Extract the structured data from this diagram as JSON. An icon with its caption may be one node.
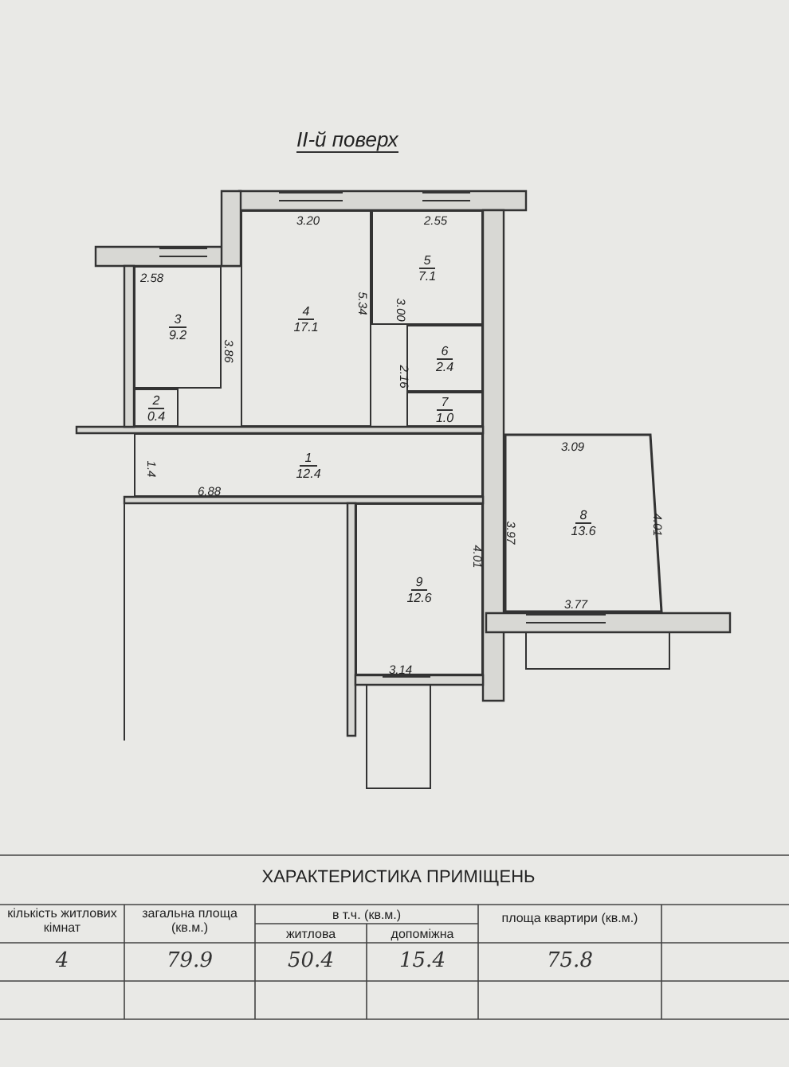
{
  "diagram": {
    "title": "ІІ-й поверх",
    "nodes": [
      {
        "text": [
          "1",
          "12.4"
        ]
      },
      {
        "text": [
          "2",
          "0.4"
        ]
      },
      {
        "text": [
          "3",
          "9.2"
        ]
      },
      {
        "text": [
          "4",
          "17.1"
        ]
      },
      {
        "text": [
          "5",
          "7.1"
        ]
      },
      {
        "text": [
          "6",
          "2.4"
        ]
      },
      {
        "text": [
          "7",
          "1.0"
        ]
      },
      {
        "text": [
          "8",
          "13.6"
        ]
      },
      {
        "text": [
          "9",
          "12.6"
        ]
      }
    ],
    "labels": [
      "3.20",
      "2.55",
      "2.58",
      "5.34",
      "3.00",
      "3.86",
      "2.16",
      "1.4",
      "6.88",
      "3.09",
      "3.97",
      "4.01",
      "4.01",
      "3.77",
      "3.14",
      "ХАРАКТЕРИСТИКА ПРИМІЩЕНЬ",
      "кількість житлових кімнат",
      "загальна площа (кв.м.)",
      "в т.ч. (кв.м.)",
      "житлова",
      "допоміжна",
      "площа квартири (кв.м.)",
      "4",
      "79.9",
      "50.4",
      "15.4",
      "75.8"
    ]
  }
}
